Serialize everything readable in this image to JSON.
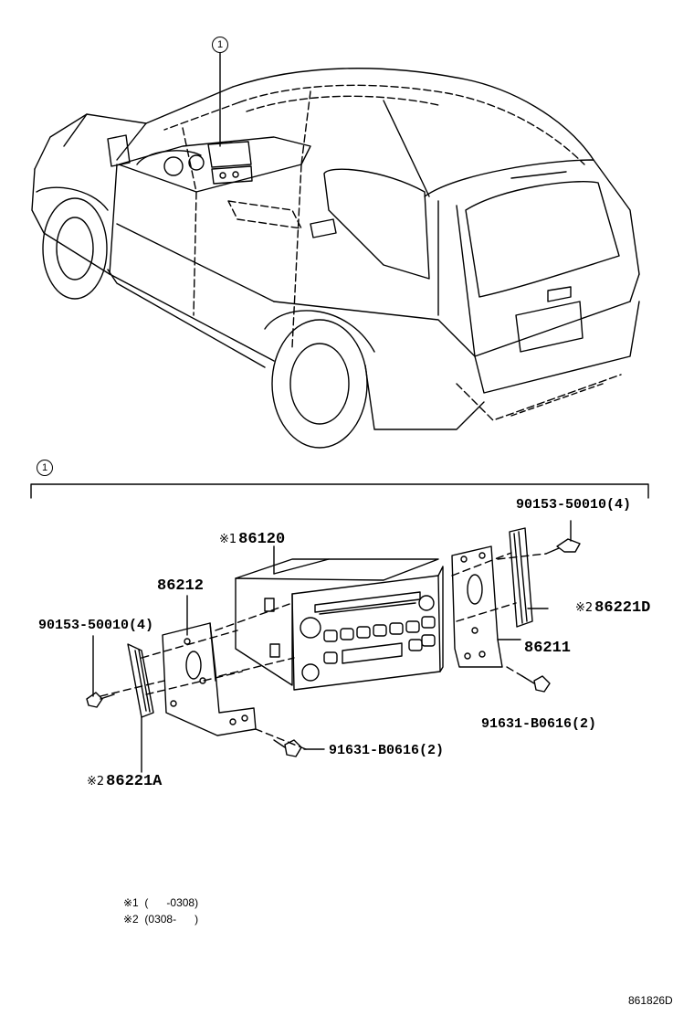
{
  "callout": {
    "ref_number": "1"
  },
  "section": {
    "ref_number": "1"
  },
  "parts": {
    "radio_receiver": {
      "mark": "※1",
      "part_no": "86120"
    },
    "bracket_left": {
      "part_no": "86212"
    },
    "bracket_right": {
      "part_no": "86211"
    },
    "panel_left": {
      "mark": "※2",
      "part_no": "86221A"
    },
    "panel_right": {
      "mark": "※2",
      "part_no": "86221D"
    },
    "screw_left": {
      "text": "90153-50010(4)"
    },
    "screw_right": {
      "text": "90153-50010(4)"
    },
    "bolt_bottom": {
      "text": "91631-B0616(2)"
    },
    "bolt_right": {
      "text": "91631-B0616(2)"
    }
  },
  "notes": [
    {
      "mark": "※1",
      "range": "(      -0308)"
    },
    {
      "mark": "※2",
      "range": "(0308-      )"
    }
  ],
  "figure_id": "861826D"
}
